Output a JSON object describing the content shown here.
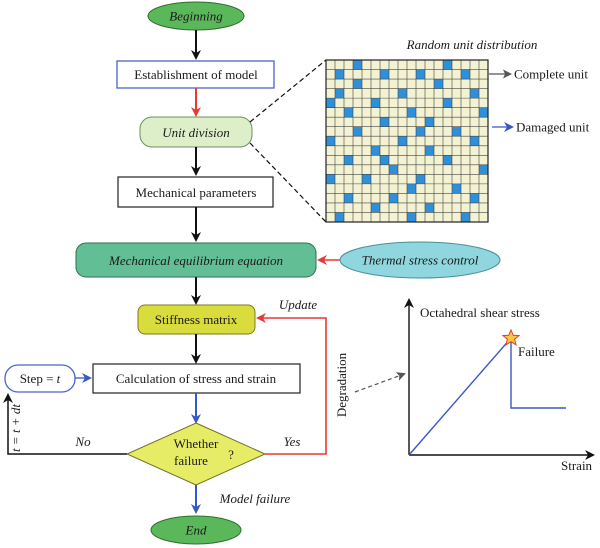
{
  "flow": {
    "beginning": "Beginning",
    "establishment": "Establishment of model",
    "unit_division": "Unit division",
    "mechanical_parameters": "Mechanical parameters",
    "equilibrium": "Mechanical equilibrium equation",
    "thermal_control": "Thermal stress control",
    "stiffness": "Stiffness matrix",
    "update": "Update",
    "calculation": "Calculation of stress and strain",
    "step_label": "Step = ",
    "step_var": "t",
    "decision_line1": "Whether",
    "decision_line2": "failure",
    "decision_q": "?",
    "yes": "Yes",
    "no": "No",
    "time_step": "t = t + dt",
    "model_failure": "Model failure",
    "end": "End",
    "degradation": "Degradation"
  },
  "grid": {
    "title": "Random unit distribution",
    "complete_unit": "Complete unit",
    "damaged_unit": "Damaged unit",
    "rows": 17,
    "cols": 18,
    "damaged_cells": [
      [
        1,
        1
      ],
      [
        1,
        6
      ],
      [
        1,
        10
      ],
      [
        1,
        15
      ],
      [
        2,
        3
      ],
      [
        2,
        12
      ],
      [
        3,
        8
      ],
      [
        3,
        16
      ],
      [
        4,
        0
      ],
      [
        4,
        5
      ],
      [
        4,
        13
      ],
      [
        5,
        2
      ],
      [
        5,
        9
      ],
      [
        5,
        17
      ],
      [
        6,
        6
      ],
      [
        6,
        11
      ],
      [
        7,
        3
      ],
      [
        7,
        14
      ],
      [
        8,
        0
      ],
      [
        8,
        8
      ],
      [
        8,
        16
      ],
      [
        9,
        5
      ],
      [
        9,
        11
      ],
      [
        10,
        2
      ],
      [
        10,
        13
      ],
      [
        11,
        7
      ],
      [
        11,
        17
      ],
      [
        12,
        0
      ],
      [
        12,
        4
      ],
      [
        12,
        10
      ],
      [
        13,
        14
      ],
      [
        14,
        2
      ],
      [
        14,
        7
      ],
      [
        14,
        16
      ],
      [
        15,
        5
      ],
      [
        15,
        11
      ],
      [
        16,
        1
      ],
      [
        16,
        9
      ],
      [
        16,
        15
      ],
      [
        0,
        3
      ],
      [
        0,
        13
      ],
      [
        3,
        1
      ],
      [
        7,
        10
      ],
      [
        10,
        6
      ],
      [
        13,
        9
      ]
    ],
    "complete_color": "#f3f2d2",
    "damaged_color": "#2f8fd8",
    "line_color": "#444444"
  },
  "chart": {
    "ylabel": "Octahedral shear stress",
    "xlabel": "Strain",
    "peak_label": "Failure"
  },
  "colors": {
    "begin_end_fill": "#5bb85a",
    "unit_division_fill": "#dcefc9",
    "equilibrium_fill": "#62be94",
    "thermal_fill": "#8fd6df",
    "stiffness_fill": "#d8dc3c",
    "decision_fill": "#e7ec66",
    "blue_border": "#4a64c8",
    "red_arrow": "#e53935",
    "blue_arrow": "#3557c9",
    "chart_line": "#3a58c7",
    "star": "#f6c940"
  }
}
